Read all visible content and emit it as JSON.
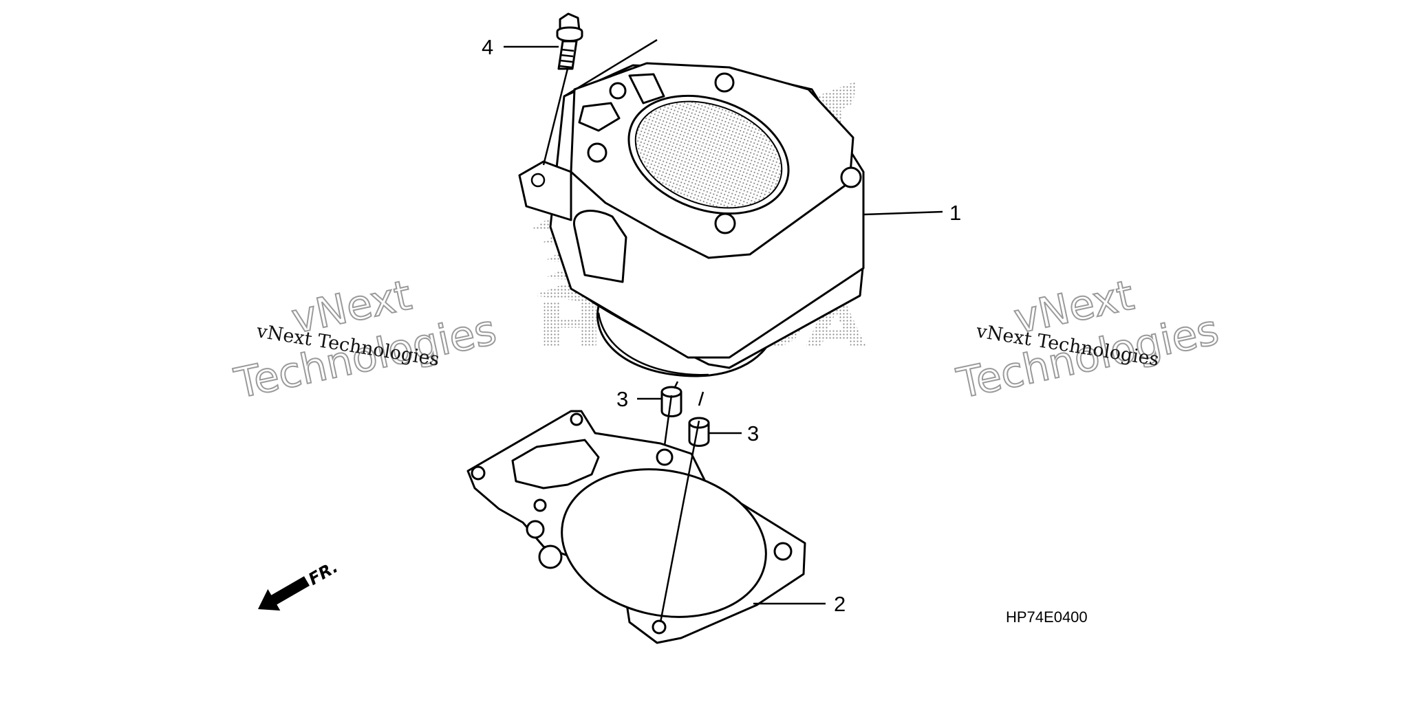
{
  "diagram": {
    "watermark": {
      "brand": "HONDA",
      "left_small": "vNext Technologies",
      "left_big_1": "vNext",
      "left_big_2": "Technologies",
      "right_small": "vNext Technologies",
      "right_big_1": "vNext",
      "right_big_2": "Technologies"
    },
    "callouts": {
      "cylinder": "1",
      "gasket": "2",
      "dowel_pin_left": "3",
      "dowel_pin_right": "3",
      "bolt": "4"
    },
    "front_indicator": "FR.",
    "diagram_code": "HP74E0400"
  }
}
